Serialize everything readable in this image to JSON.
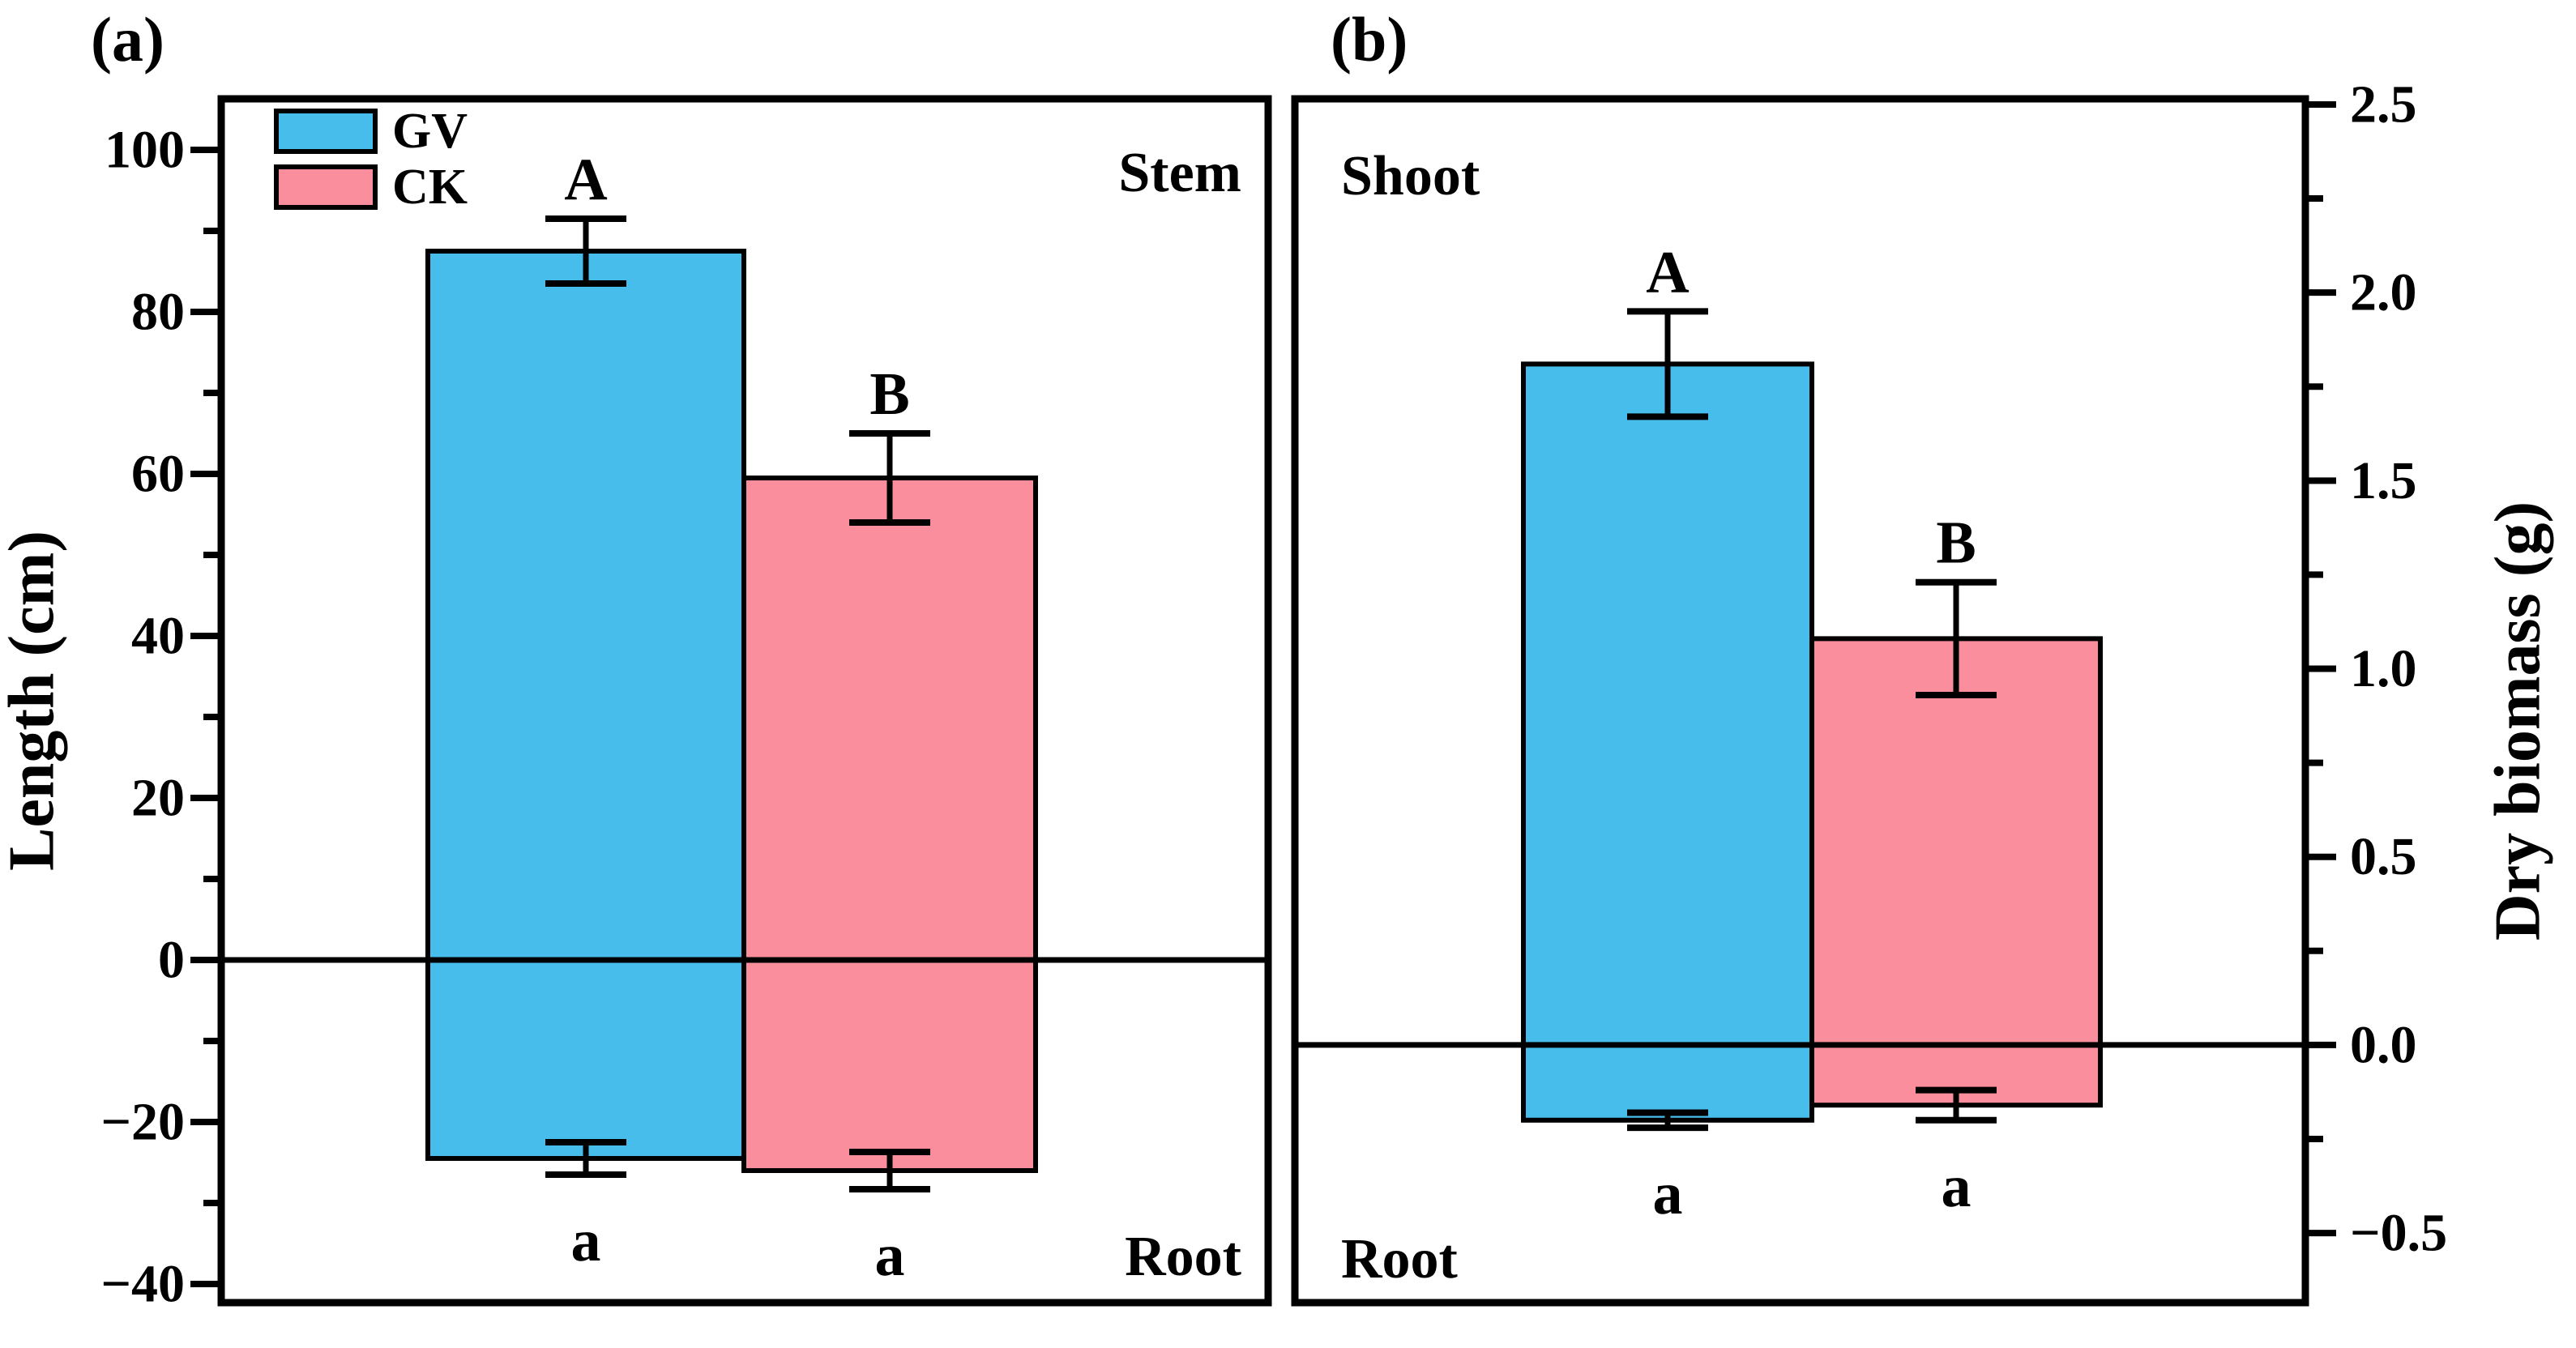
{
  "figure": {
    "panel_a_letter": "(a)",
    "panel_b_letter": "(b)",
    "background": "#ffffff",
    "axis_color": "#000000"
  },
  "legend": {
    "items": [
      {
        "label": "GV",
        "color": "#46BDEB"
      },
      {
        "label": "CK",
        "color": "#FA8E9D"
      }
    ]
  },
  "chart_data": [
    {
      "type": "bar",
      "panel": "a",
      "ylabel": "Length (cm)",
      "axis_side": "left",
      "ylim": [
        -42.3,
        106.3
      ],
      "yticks_major": [
        100,
        80,
        60,
        40,
        20,
        0,
        -20,
        -40
      ],
      "ytick_labels": [
        "100",
        "80",
        "60",
        "40",
        "20",
        "0",
        "−20",
        "−40"
      ],
      "ytick_minor_step": 10,
      "grid": false,
      "zero_line": true,
      "region_labels": [
        {
          "text": "Stem",
          "position": "top-right"
        },
        {
          "text": "Root",
          "position": "bottom-right"
        }
      ],
      "series": [
        {
          "name": "GV",
          "color": "#46BDEB",
          "segments": [
            {
              "part": "Stem",
              "value": 87.5,
              "error": 4.0,
              "sig": "A"
            },
            {
              "part": "Root",
              "value": -24.5,
              "error": 2.0,
              "sig": "a"
            }
          ]
        },
        {
          "name": "CK",
          "color": "#FA8E9D",
          "segments": [
            {
              "part": "Stem",
              "value": 59.5,
              "error": 5.5,
              "sig": "B"
            },
            {
              "part": "Root",
              "value": -26.0,
              "error": 2.3,
              "sig": "a"
            }
          ]
        }
      ]
    },
    {
      "type": "bar",
      "panel": "b",
      "ylabel": "Dry biomass (g)",
      "axis_side": "right",
      "ylim": [
        -0.685,
        2.515
      ],
      "yticks_major": [
        2.5,
        2.0,
        1.5,
        1.0,
        0.5,
        0.0,
        -0.5
      ],
      "ytick_labels": [
        "2.5",
        "2.0",
        "1.5",
        "1.0",
        "0.5",
        "0.0",
        "−0.5"
      ],
      "ytick_minor_step": 0.25,
      "grid": false,
      "zero_line": true,
      "region_labels": [
        {
          "text": "Shoot",
          "position": "top-left"
        },
        {
          "text": "Root",
          "position": "bottom-left"
        }
      ],
      "series": [
        {
          "name": "GV",
          "color": "#46BDEB",
          "segments": [
            {
              "part": "Shoot",
              "value": 1.81,
              "error": 0.14,
              "sig": "A"
            },
            {
              "part": "Root",
              "value": -0.2,
              "error": 0.02,
              "sig": "a"
            }
          ]
        },
        {
          "name": "CK",
          "color": "#FA8E9D",
          "segments": [
            {
              "part": "Shoot",
              "value": 1.08,
              "error": 0.15,
              "sig": "B"
            },
            {
              "part": "Root",
              "value": -0.16,
              "error": 0.04,
              "sig": "a"
            }
          ]
        }
      ]
    }
  ]
}
